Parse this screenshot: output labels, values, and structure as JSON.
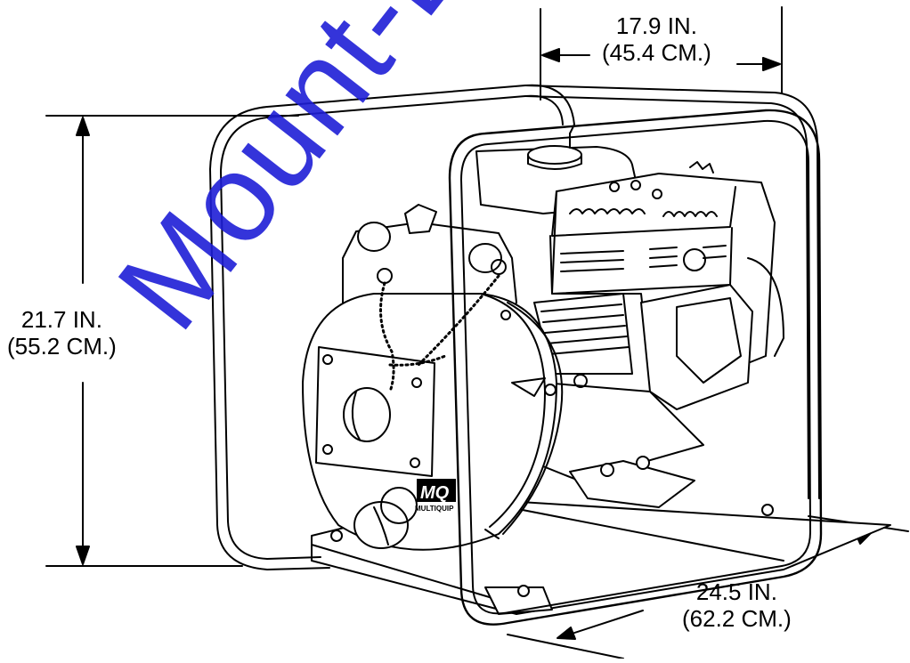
{
  "dimensions": {
    "width": {
      "imperial": "17.9 IN.",
      "metric": "(45.4 CM.)"
    },
    "height": {
      "imperial": "21.7 IN.",
      "metric": "(55.2 CM.)"
    },
    "length": {
      "imperial": "24.5 IN.",
      "metric": "(62.2 CM.)"
    }
  },
  "logo": {
    "mark": "MQ",
    "brand": "MULTIQUIP"
  },
  "watermark": {
    "text": "Mount-Equipment",
    "color": "#1f1fd6"
  }
}
